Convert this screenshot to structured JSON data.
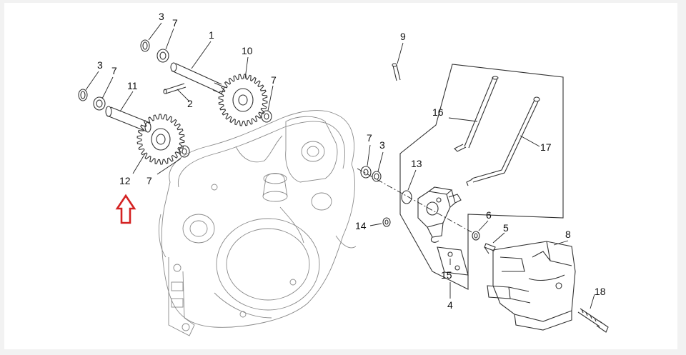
{
  "labels": {
    "l1": "1",
    "l2": "2",
    "l3a": "3",
    "l3b": "3",
    "l3c": "3",
    "l4": "4",
    "l5": "5",
    "l6": "6",
    "l7a": "7",
    "l7b": "7",
    "l7c": "7",
    "l7d": "7",
    "l7e": "7",
    "l8": "8",
    "l9": "9",
    "l10": "10",
    "l11": "11",
    "l12": "12",
    "l13": "13",
    "l14": "14",
    "l15": "15",
    "l16": "16",
    "l17": "17",
    "l18": "18"
  },
  "colors": {
    "background": "#f2f2f2",
    "canvas": "#ffffff",
    "line": "#333333",
    "light_line": "#8a8a8a",
    "arrow": "#d42222"
  },
  "highlight": {
    "target_label": "12",
    "icon": "up-arrow-icon"
  }
}
